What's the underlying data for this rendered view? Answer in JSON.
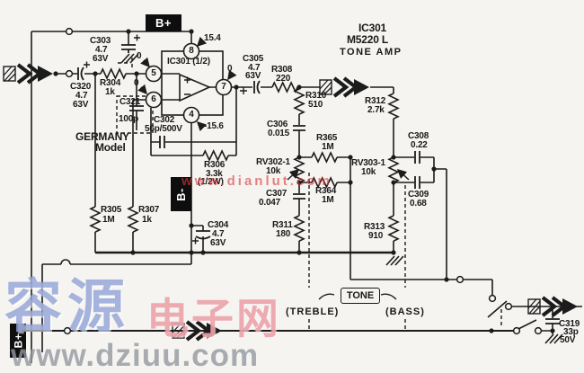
{
  "rails": {
    "b_plus_top": "B+",
    "b_minus": "B-",
    "b_plus_bottom": "B+"
  },
  "ic": {
    "title_ref": "IC301",
    "title_part": "M5220 L",
    "title_function": "TONE AMP",
    "half_label": "IC301 (1/2)",
    "pins": {
      "noninv": "5",
      "inv": "6",
      "out": "7",
      "vplus": "8",
      "vminus": "4"
    },
    "voltages": {
      "vplus": "15.4",
      "vminus": "-15.6",
      "noninv": "0",
      "inv": "0",
      "out": "0"
    }
  },
  "components": {
    "c303": {
      "ref": "C303",
      "value": "4.7",
      "voltage": "63V"
    },
    "c320": {
      "ref": "C320",
      "value": "4.7",
      "voltage": "63V"
    },
    "r304": {
      "ref": "R304",
      "value": "1k"
    },
    "c321": {
      "ref": "C321",
      "value": "100p"
    },
    "r305": {
      "ref": "R305",
      "value": "1M"
    },
    "r307": {
      "ref": "R307",
      "value": "1k"
    },
    "c302": {
      "ref": "C302",
      "value": "56p/500V"
    },
    "r306": {
      "ref": "R306",
      "value": "3.3k",
      "rating": "(1/2W)"
    },
    "c304": {
      "ref": "C304",
      "value": "4.7",
      "voltage": "63V"
    },
    "c305": {
      "ref": "C305",
      "value": "4.7",
      "voltage": "63V"
    },
    "r308": {
      "ref": "R308",
      "value": "220"
    },
    "r310": {
      "ref": "R310",
      "value": "510"
    },
    "r312": {
      "ref": "R312",
      "value": "2.7k"
    },
    "c306": {
      "ref": "C306",
      "value": "0.015"
    },
    "r365": {
      "ref": "R365",
      "value": "1M"
    },
    "r364": {
      "ref": "R364",
      "value": "1M"
    },
    "rv302": {
      "ref": "RV302-1",
      "value": "10k"
    },
    "rv303": {
      "ref": "RV303-1",
      "value": "10k"
    },
    "c307": {
      "ref": "C307",
      "value": "0.047"
    },
    "c308": {
      "ref": "C308",
      "value": "0.22"
    },
    "c309": {
      "ref": "C309",
      "value": "0.68"
    },
    "r311": {
      "ref": "R311",
      "value": "180"
    },
    "r313": {
      "ref": "R313",
      "value": "910"
    },
    "c319": {
      "ref": "C319",
      "value": "33p",
      "voltage": "50V"
    }
  },
  "notes": {
    "variant": "GERMANY",
    "variant_model": "Model"
  },
  "tone": {
    "box": "TONE",
    "treble": "(TREBLE)",
    "bass": "(BASS)"
  },
  "watermarks": {
    "red": "www.dianlut.com",
    "blue": "容源",
    "pink": "电子网",
    "gray": "www.dziuu.com"
  }
}
